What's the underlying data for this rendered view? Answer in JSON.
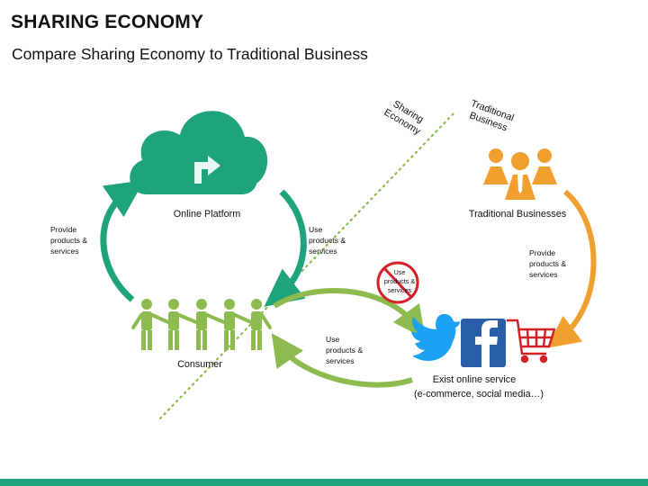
{
  "header": {
    "title": "SHARING ECONOMY",
    "subtitle": "Compare Sharing Economy to Traditional Business"
  },
  "divider": {
    "left_label": [
      "Sharing",
      "Economy"
    ],
    "right_label": [
      "Traditional",
      "Business"
    ]
  },
  "nodes": {
    "online_platform": "Online Platform",
    "consumer": "Consumer",
    "traditional_businesses": "Traditional Businesses",
    "online_service": [
      "Exist online service",
      "(e-commerce, social media…)"
    ]
  },
  "arrows": {
    "left_provide": [
      "Provide",
      "products &",
      "services"
    ],
    "platform_use": [
      "Use",
      "products &",
      "services"
    ],
    "blocked_use": [
      "Use",
      "products &",
      "services"
    ],
    "consumer_use": [
      "Use",
      "products &",
      "services"
    ],
    "traditional_provide": [
      "Provide",
      "products &",
      "services"
    ]
  },
  "colors": {
    "teal": "#1fa37d",
    "green": "#8dbb4f",
    "orange": "#f0a02f",
    "red": "#d42027",
    "facebook": "#2a5ea8",
    "twitter": "#1da1f2"
  },
  "icons": {
    "cloud": "cloud-icon",
    "share_arrow": "share-arrow-icon",
    "people": "people-group-icon",
    "business": "business-people-icon",
    "twitter": "twitter-bird-icon",
    "facebook": "facebook-icon",
    "cart": "shopping-cart-icon",
    "prohibited": "prohibited-icon"
  }
}
